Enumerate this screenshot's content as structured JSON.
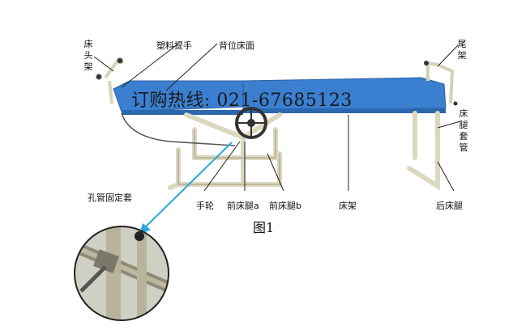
{
  "diagram": {
    "hotline": "订购热线: 021-67685123",
    "figure_caption": "图1",
    "labels": {
      "head_frame": "床头架",
      "plastic_handle": "塑料提手",
      "back_surface": "背位床面",
      "tail_frame": "尾架",
      "leg_sleeve": "床腿套管",
      "hand_wheel": "手轮",
      "front_leg_a": "前床腿a",
      "front_leg_b": "前床腿b",
      "bed_frame": "床架",
      "rear_leg": "后床腿",
      "tube_fixing_sleeve": "孔管固定套"
    }
  },
  "colors": {
    "bed_surface": "#3a7fd0",
    "frame": "#e9e6cf",
    "frame_edge": "#9c9882",
    "pointer_line": "#2aa7e0",
    "leader_line": "#222222"
  }
}
